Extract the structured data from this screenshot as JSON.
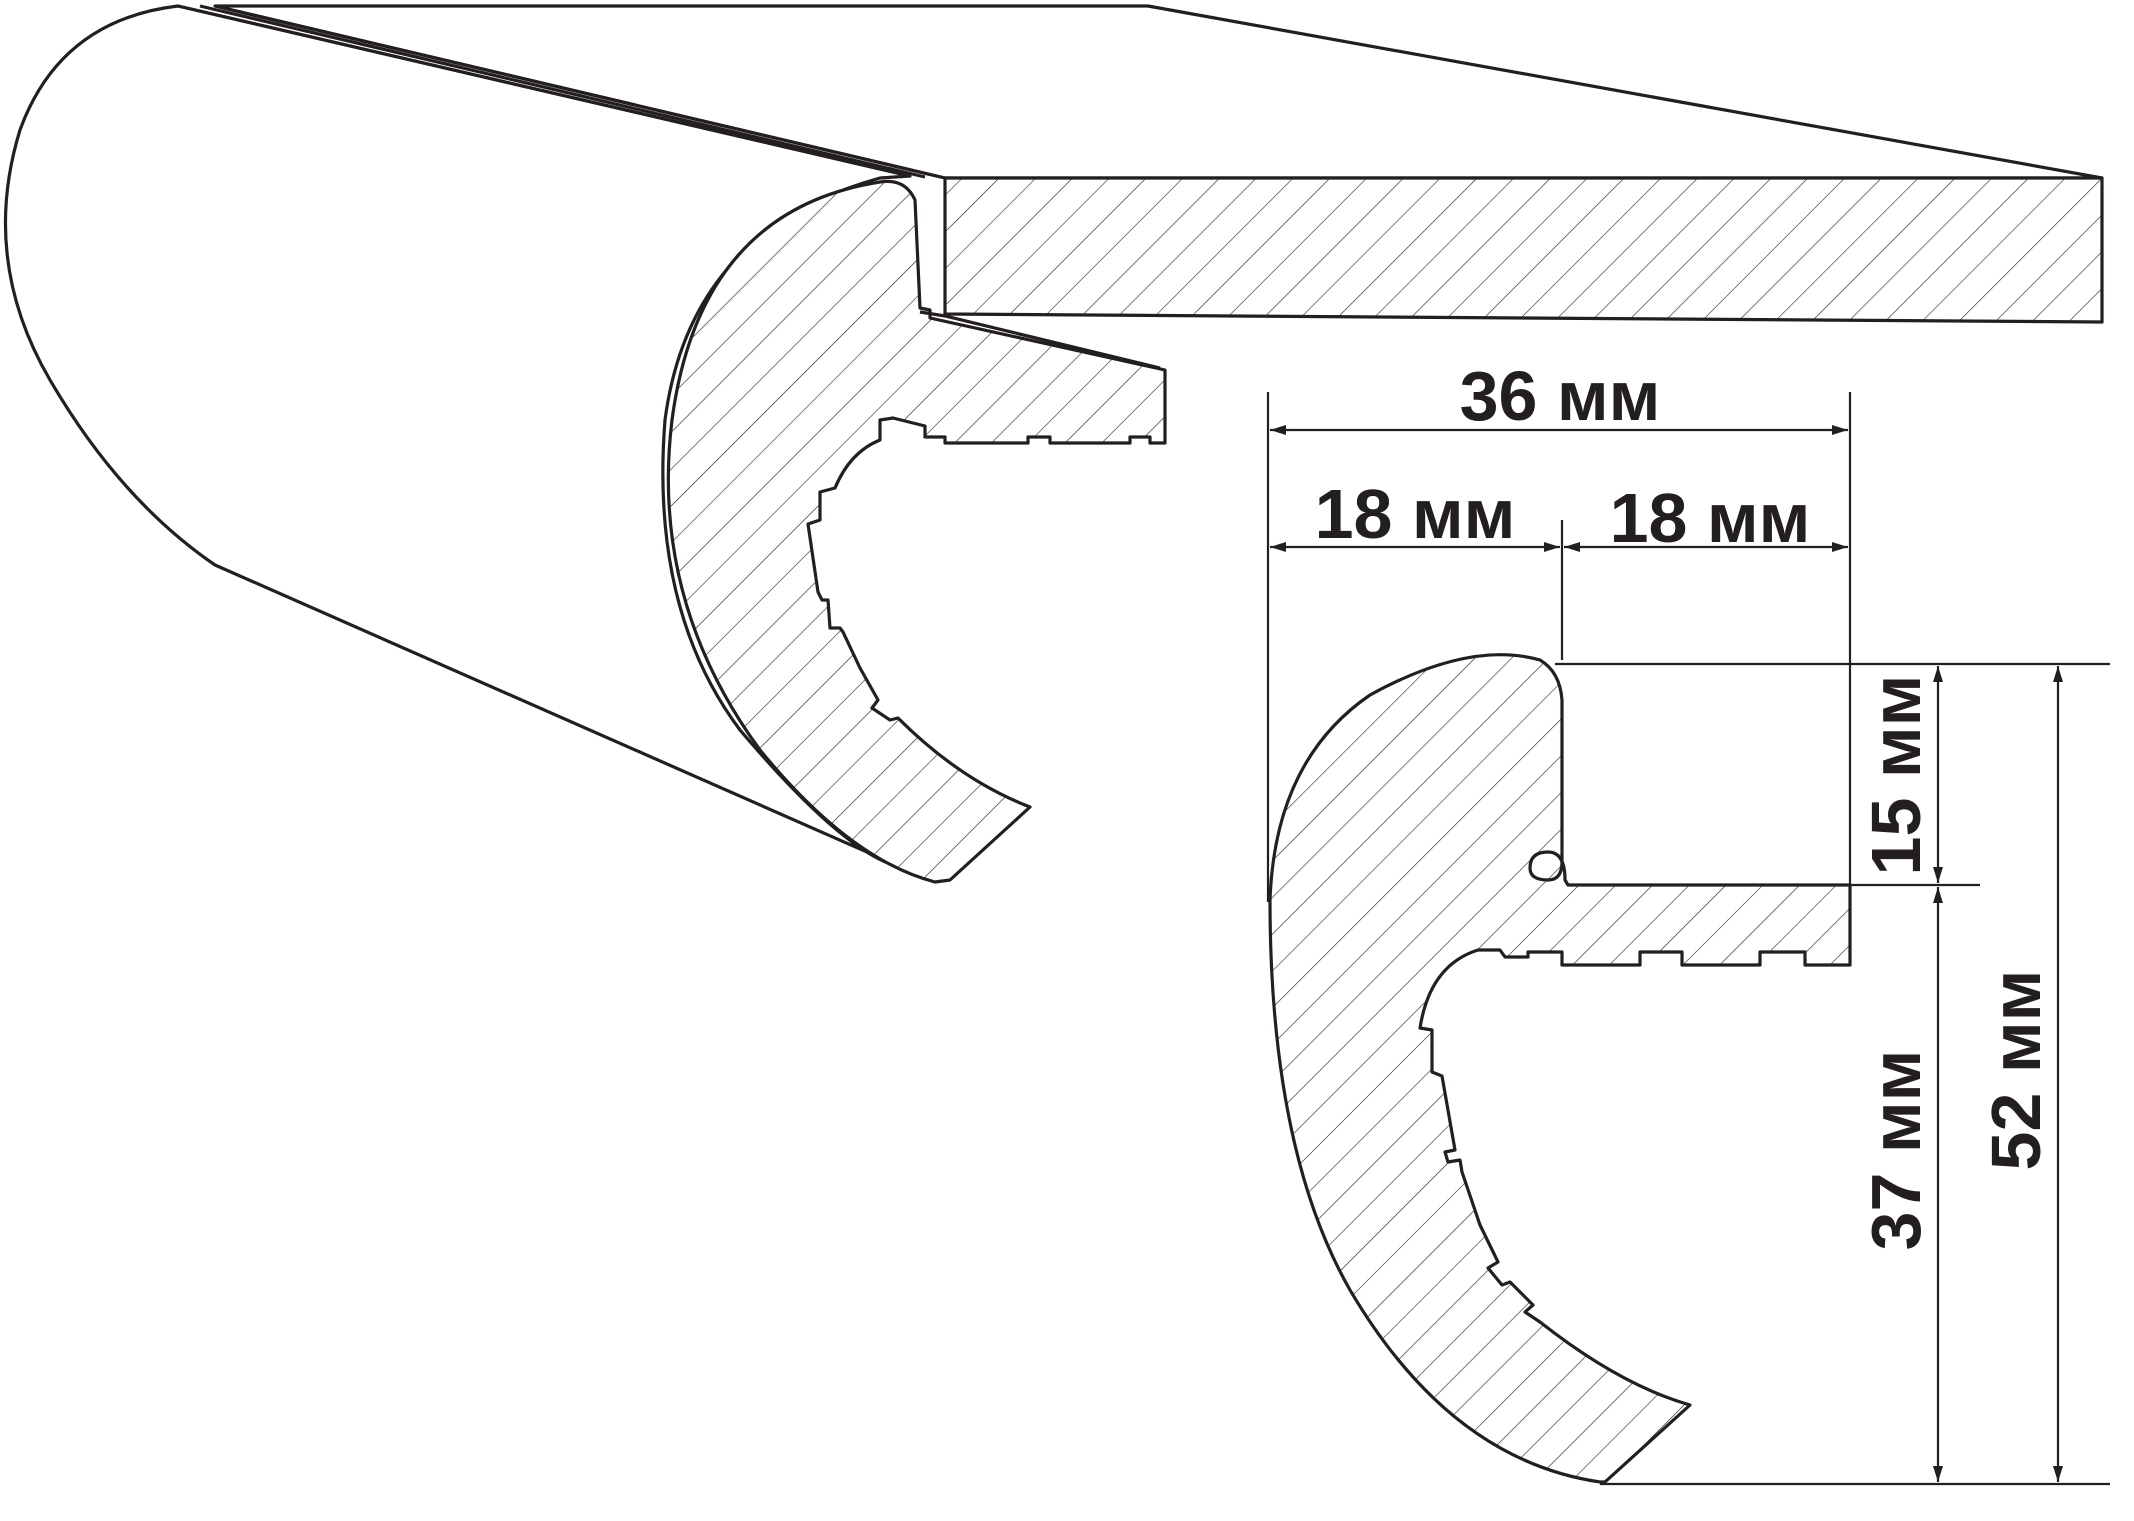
{
  "colors": {
    "ink": "#231f20",
    "background": "#ffffff"
  },
  "dimensions": {
    "total_width": "36 мм",
    "left_half": "18 мм",
    "right_half": "18 мм",
    "slot_depth": "15 мм",
    "lower_height": "37 мм",
    "total_height": "52 мм"
  }
}
